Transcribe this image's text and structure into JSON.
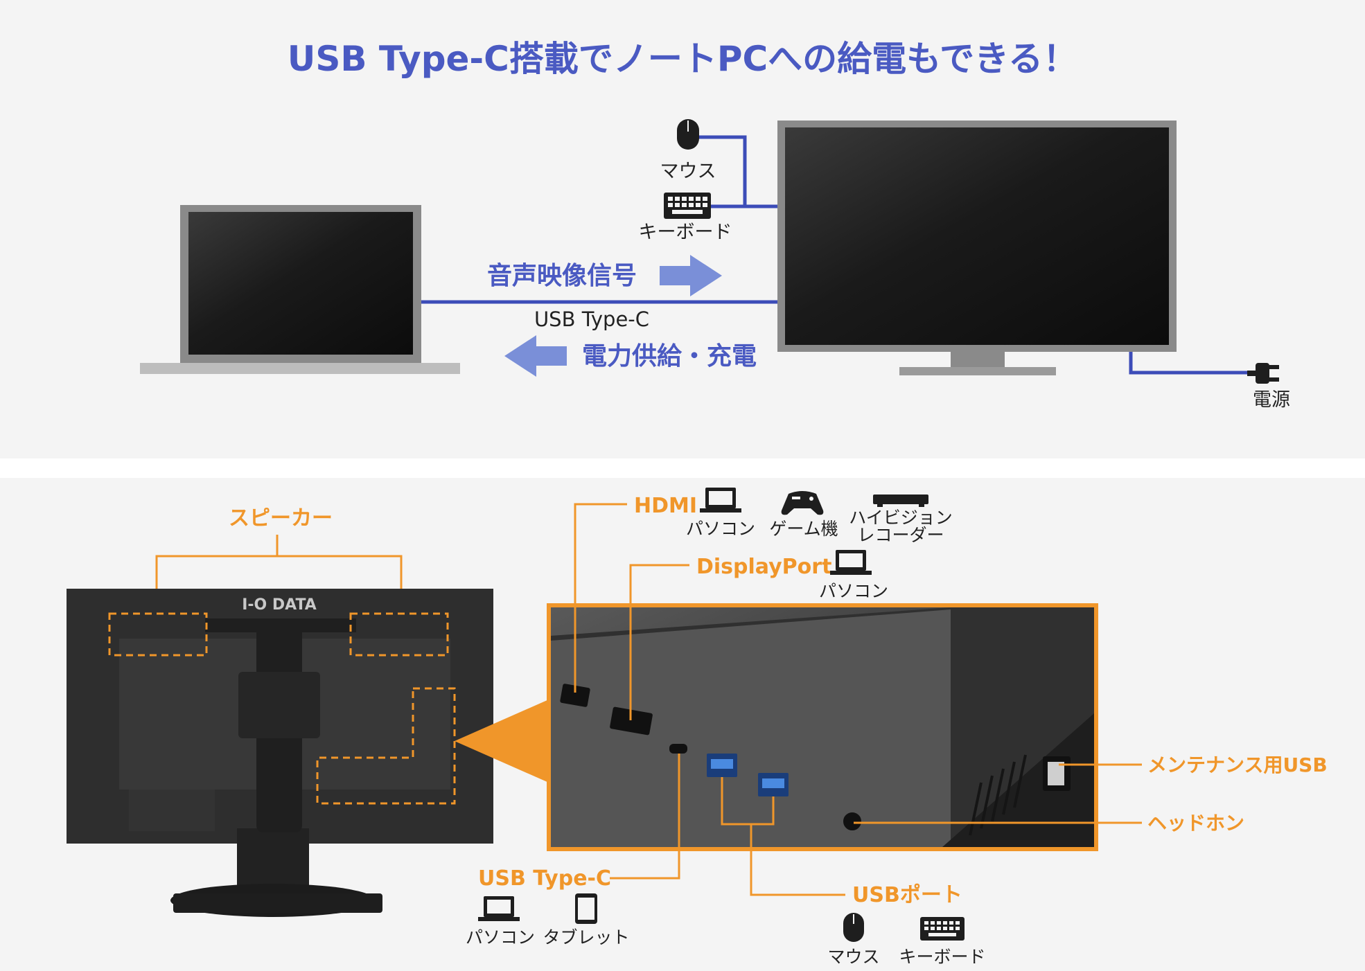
{
  "title": "USB Type-C搭載でノートPCへの給電もできる！",
  "top_diagram": {
    "signal_label": "音声映像信号",
    "cable_label": "USB Type-C",
    "power_label": "電力供給・充電",
    "mouse_label": "マウス",
    "keyboard_label": "キーボード",
    "power_source_label": "電源"
  },
  "bottom_diagram": {
    "monitor_brand": "I-O DATA",
    "speaker_label": "スピーカー",
    "hdmi": {
      "label": "HDMI",
      "devices": [
        "パソコン",
        "ゲーム機",
        "ハイビジョン",
        "レコーダー"
      ]
    },
    "displayport": {
      "label": "DisplayPort",
      "devices": [
        "パソコン"
      ]
    },
    "usbc": {
      "label": "USB Type-C",
      "devices": [
        "パソコン",
        "タブレット"
      ]
    },
    "usb_port": {
      "label": "USBポート",
      "devices": [
        "マウス",
        "キーボード"
      ]
    },
    "maintenance_usb_label": "メンテナンス用USB",
    "headphone_label": "ヘッドホン"
  },
  "colors": {
    "accent_blue": "#4a5ac2",
    "accent_orange": "#f0962a",
    "panel_bg": "#f4f4f4"
  }
}
